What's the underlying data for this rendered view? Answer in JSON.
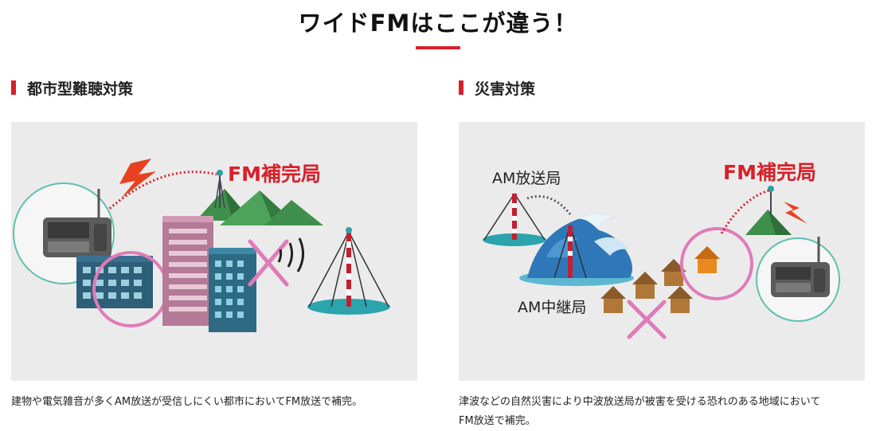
{
  "main_title": "ワイドFMはここが違う！",
  "sections": [
    {
      "title": "都市型難聴対策",
      "fm_label": "FM補完局",
      "caption": "建物や電気雑音が多くAM放送が受信しにくい都市においてFM放送で補完。"
    },
    {
      "title": "災害対策",
      "fm_label": "FM補完局",
      "am_station_label": "AM放送局",
      "am_relay_label": "AM中継局",
      "caption_line1": "津波などの自然災害により中波放送局が被害を受ける恐れのある地域において",
      "caption_line2": "FM放送で補完。"
    }
  ],
  "colors": {
    "accent": "#d8202a",
    "panel_bg": "#ebebeb",
    "ring_pink": "#e07bb8",
    "teal_ring": "#5fbfb0"
  }
}
